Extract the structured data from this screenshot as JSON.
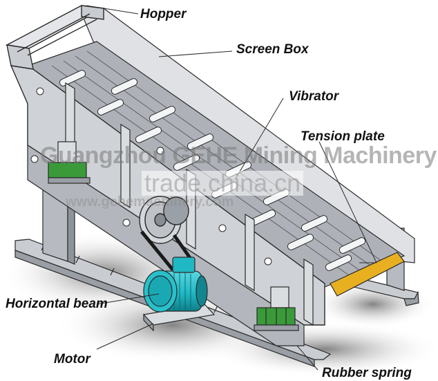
{
  "labels": {
    "hopper": "Hopper",
    "screen_box": "Screen Box",
    "vibrator": "Vibrator",
    "tension_plate": "Tension plate",
    "horizontal_beam": "Horizontal beam",
    "motor": "Motor",
    "rubber_spring": "Rubber spring"
  },
  "watermarks": {
    "company": "Guangzhou GEHE Mining Machinery",
    "trade_site": "trade.china.cn",
    "url": "www.gehemachinery.com"
  },
  "colors": {
    "line": "#2a2a2a",
    "frame_face": "#c9ccd1",
    "frame_dark": "#9a9ea5",
    "frame_light": "#e4e6e9",
    "motor": "#1fb8c4",
    "motor_dark": "#12858f",
    "rubber_spring": "#3a9a3a",
    "tension_plate": "#e8b020",
    "shadow": "#8c8c8c"
  }
}
